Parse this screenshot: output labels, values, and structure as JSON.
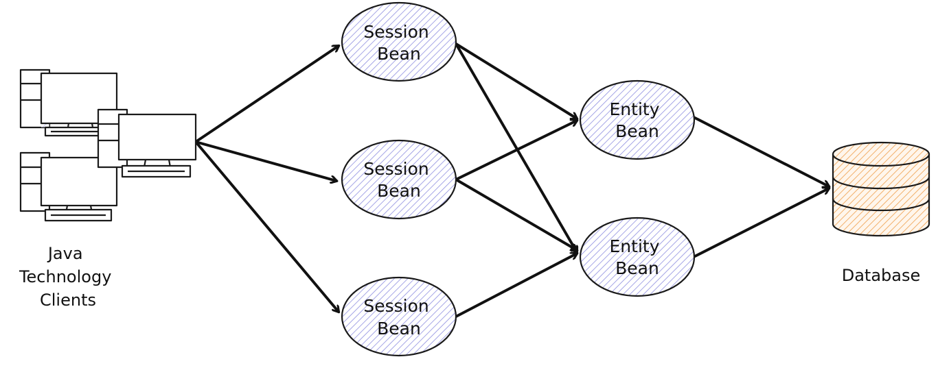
{
  "colors": {
    "line": "#111111",
    "bean_hatch": "#8f8fe0",
    "database_hatch": "#f2b06b",
    "background": "#ffffff"
  },
  "clients": {
    "icon": "computer-cluster-icon",
    "label_lines": [
      "Java",
      "Technology",
      "Clients"
    ]
  },
  "session_beans": [
    {
      "lines": [
        "Session",
        "Bean"
      ]
    },
    {
      "lines": [
        "Session",
        "Bean"
      ]
    },
    {
      "lines": [
        "Session",
        "Bean"
      ]
    }
  ],
  "entity_beans": [
    {
      "lines": [
        "Entity",
        "Bean"
      ]
    },
    {
      "lines": [
        "Entity",
        "Bean"
      ]
    }
  ],
  "database": {
    "icon": "database-icon",
    "label": "Database"
  }
}
